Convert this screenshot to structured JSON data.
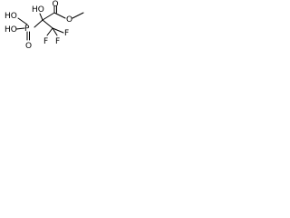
{
  "structure": {
    "labels": {
      "ho_alpha": "HO",
      "o_carbonyl": "O",
      "o_ester": "O",
      "ho_phos_upper": "HO",
      "ho_phos_lower": "HO",
      "p": "P",
      "o_phos": "O",
      "f_right": "F",
      "f_lower_left": "F",
      "f_lower_right": "F"
    },
    "colors": {
      "ink": "#000000",
      "background": "#ffffff"
    }
  }
}
